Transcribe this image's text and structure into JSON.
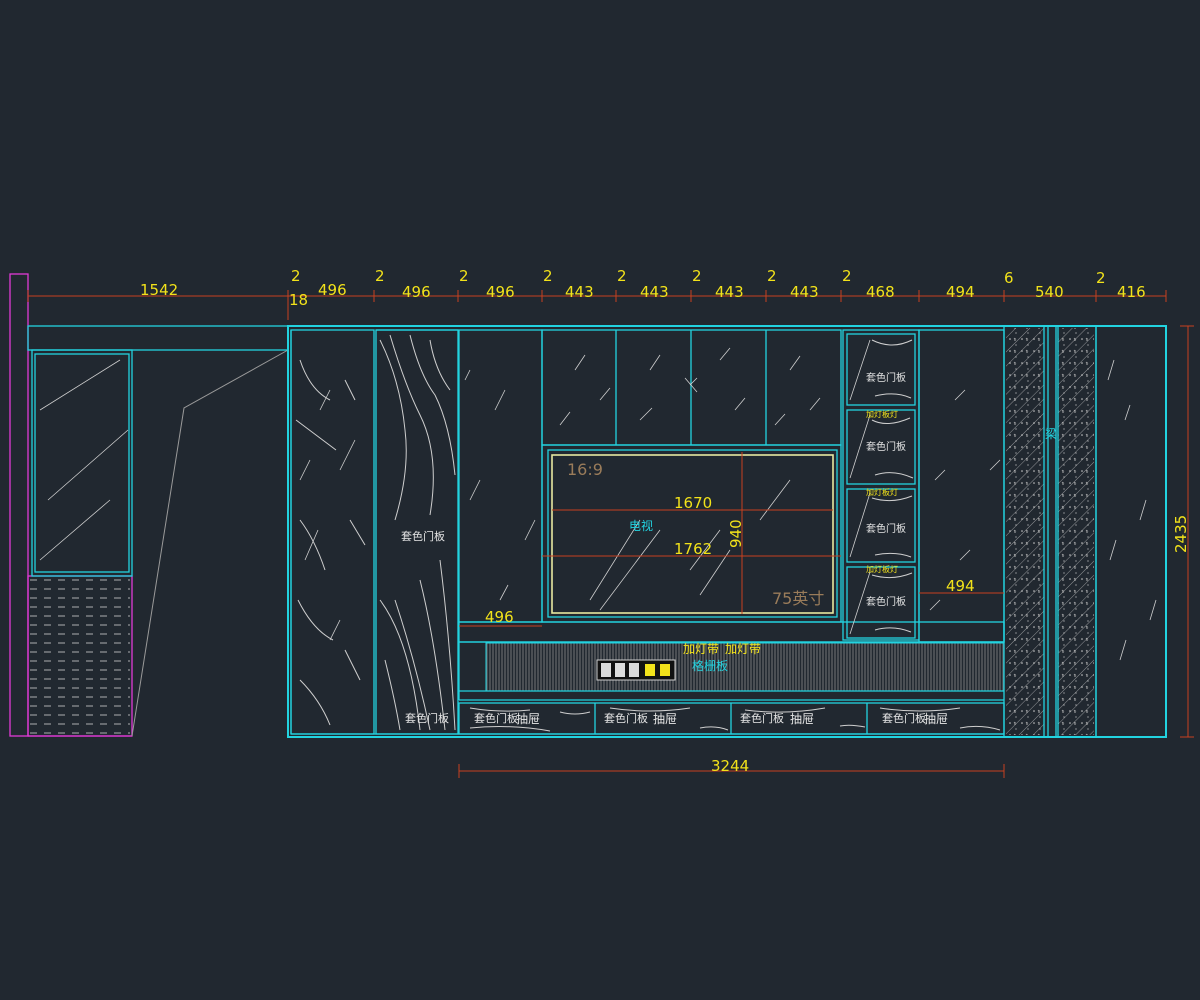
{
  "dimensions": {
    "top": [
      "1542",
      "2",
      "496",
      "2",
      "496",
      "2",
      "496",
      "2",
      "443",
      "2",
      "443",
      "2",
      "443",
      "2",
      "443",
      "2",
      "468",
      "494",
      "6",
      "540",
      "2",
      "416"
    ],
    "top_offset": "18",
    "bottom_total": "3244",
    "right_height": "2435",
    "tv_width_inner": "1670",
    "tv_width_outer": "1762",
    "tv_height": "940",
    "left_shelf": "496",
    "right_shelf": "494"
  },
  "labels": {
    "door_panel": "套色门板",
    "drawer": "抽屉",
    "tv": "电视",
    "aspect": "16:9",
    "tv_size": "75英寸",
    "light_strip_1": "加灯带",
    "light_strip_2": "加灯带",
    "grille": "格栅板",
    "beam": "梁",
    "shelf_light": "加灯板灯"
  },
  "colors": {
    "background": "#212830",
    "cabinet_line": "#22d3e0",
    "dimension_line": "#c8411f",
    "dimension_text": "#f2e21a",
    "wall_line": "#e03ad6"
  }
}
